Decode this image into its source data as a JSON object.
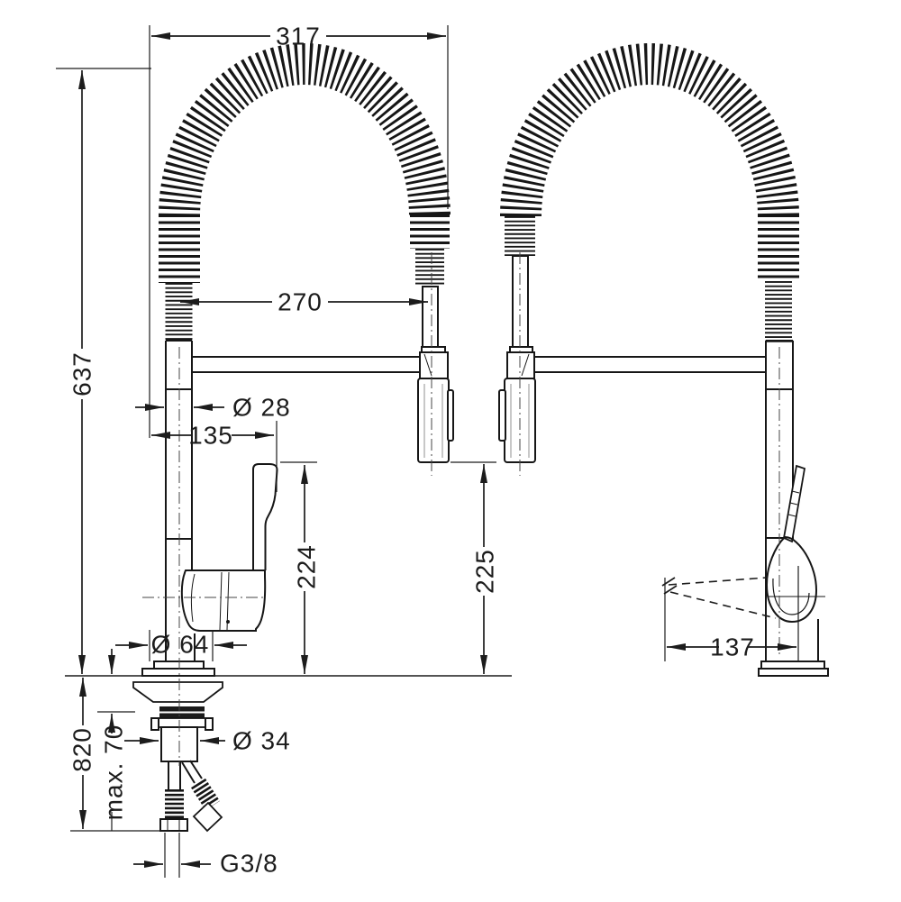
{
  "colors": {
    "line": "#1c1c1c",
    "background": "#ffffff"
  },
  "dimensions": {
    "overall_width": "317",
    "spray_reach": "270",
    "height_above_counter": "637",
    "column_diameter": "Ø 28",
    "handle_reach_front": "135",
    "handle_top_height": "224",
    "spray_head_clearance": "225",
    "base_diameter": "Ø 64",
    "hose_drop_below_counter": "820",
    "max_counter_thickness": "max. 70",
    "shank_diameter": "Ø 34",
    "supply_connection": "G3/8",
    "handle_reach_side": "137"
  }
}
